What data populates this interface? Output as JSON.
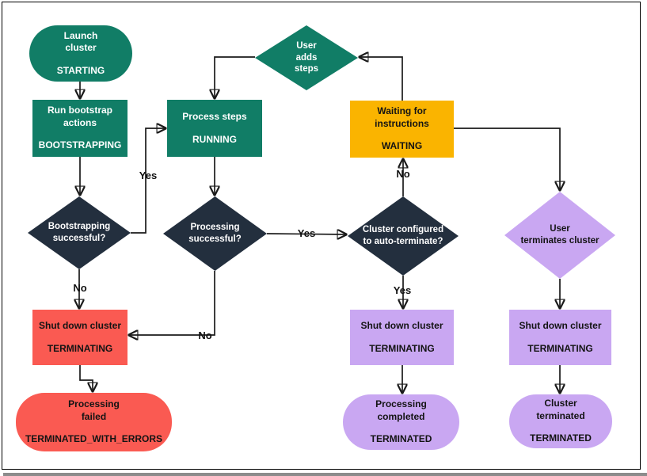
{
  "diagram_type": "flowchart",
  "colors": {
    "teal": "#117D66",
    "navy": "#232F3E",
    "yellow": "#FAB400",
    "red": "#FA5A52",
    "purple": "#C9A7F2",
    "line": "#1A1A1A",
    "background": "#FFFFFF"
  },
  "nodes": {
    "launch_cluster": {
      "label": "Launch\ncluster",
      "state": "STARTING"
    },
    "run_bootstrap": {
      "label": "Run bootstrap\nactions",
      "state": "BOOTSTRAPPING"
    },
    "process_steps": {
      "label": "Process steps",
      "state": "RUNNING"
    },
    "user_adds_steps": {
      "label": "User\nadds\nsteps"
    },
    "waiting": {
      "label": "Waiting for\ninstructions",
      "state": "WAITING"
    },
    "bootstrapping_successful": {
      "label": "Bootstrapping\nsuccessful?"
    },
    "processing_successful": {
      "label": "Processing\nsuccessful?"
    },
    "auto_terminate": {
      "label": "Cluster configured\nto auto-terminate?"
    },
    "user_terminates": {
      "label": "User\nterminates cluster"
    },
    "shutdown_errors": {
      "label": "Shut down cluster",
      "state": "TERMINATING"
    },
    "processing_failed": {
      "label": "Processing\nfailed",
      "state": "TERMINATED_WITH_ERRORS"
    },
    "shutdown_completed": {
      "label": "Shut down cluster",
      "state": "TERMINATING"
    },
    "processing_completed": {
      "label": "Processing\ncompleted",
      "state": "TERMINATED"
    },
    "shutdown_terminated": {
      "label": "Shut down cluster",
      "state": "TERMINATING"
    },
    "cluster_terminated": {
      "label": "Cluster\nterminated",
      "state": "TERMINATED"
    }
  },
  "edge_labels": {
    "bootstrap_yes": "Yes",
    "bootstrap_no": "No",
    "processing_yes": "Yes",
    "processing_no": "No",
    "auto_yes": "Yes",
    "auto_no": "No"
  }
}
